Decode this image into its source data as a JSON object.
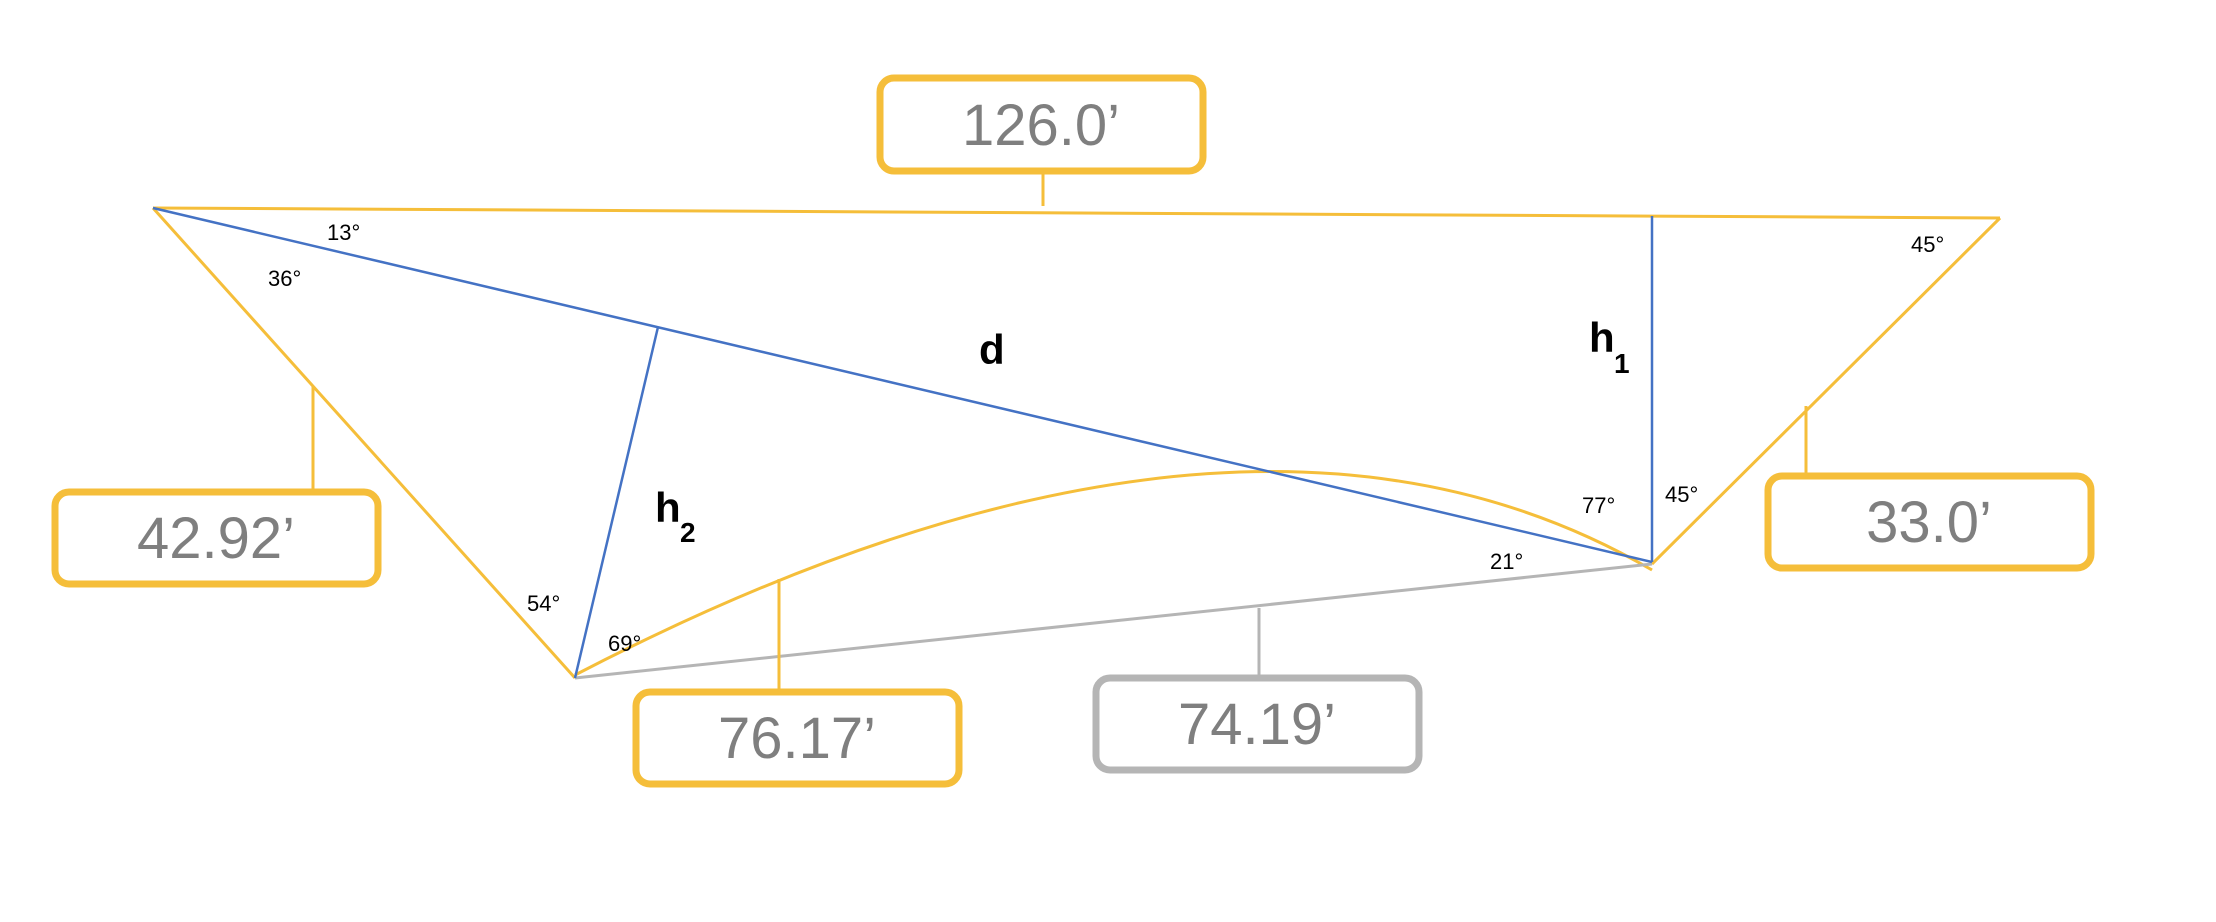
{
  "colors": {
    "boundary": "#F5BE3A",
    "construction": "#4472C4",
    "chord": "#B5B5B5",
    "label_text": "#7F7F7F",
    "background": "#FFFFFF"
  },
  "measurements": {
    "top": "126.0’",
    "left": "42.92’",
    "right": "33.0’",
    "arc": "76.17’",
    "chord": "74.19’"
  },
  "angles": {
    "a13": "13°",
    "a36": "36°",
    "a45_top": "45°",
    "a45_bottom": "45°",
    "a54": "54°",
    "a69": "69°",
    "a77": "77°",
    "a21": "21°"
  },
  "variables": {
    "d": "d",
    "h1_base": "h",
    "h1_sub": "1",
    "h2_base": "h",
    "h2_sub": "2"
  }
}
